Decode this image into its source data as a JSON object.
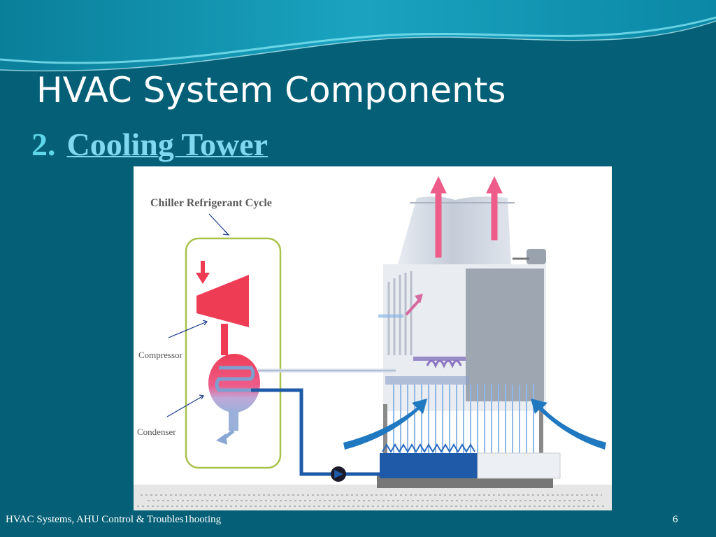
{
  "slide": {
    "title": "HVAC System Components",
    "subtitle_number": "2.",
    "subtitle_link": "Cooling Tower",
    "footer_text": "HVAC Systems, AHU Control & Troubles1hooting",
    "page_number": "6"
  },
  "diagram": {
    "cycle_label": "Chiller Refrigerant Cycle",
    "compressor_label": "Compressor",
    "condenser_label": "Condenser"
  },
  "colors": {
    "background": "#056077",
    "title_text": "#ffffff",
    "subtitle_accent": "#5fd6e8",
    "refrigerant_red": "#ee3c55",
    "water_blue": "#1e5aa8",
    "cycle_outline": "#a8c24a"
  }
}
